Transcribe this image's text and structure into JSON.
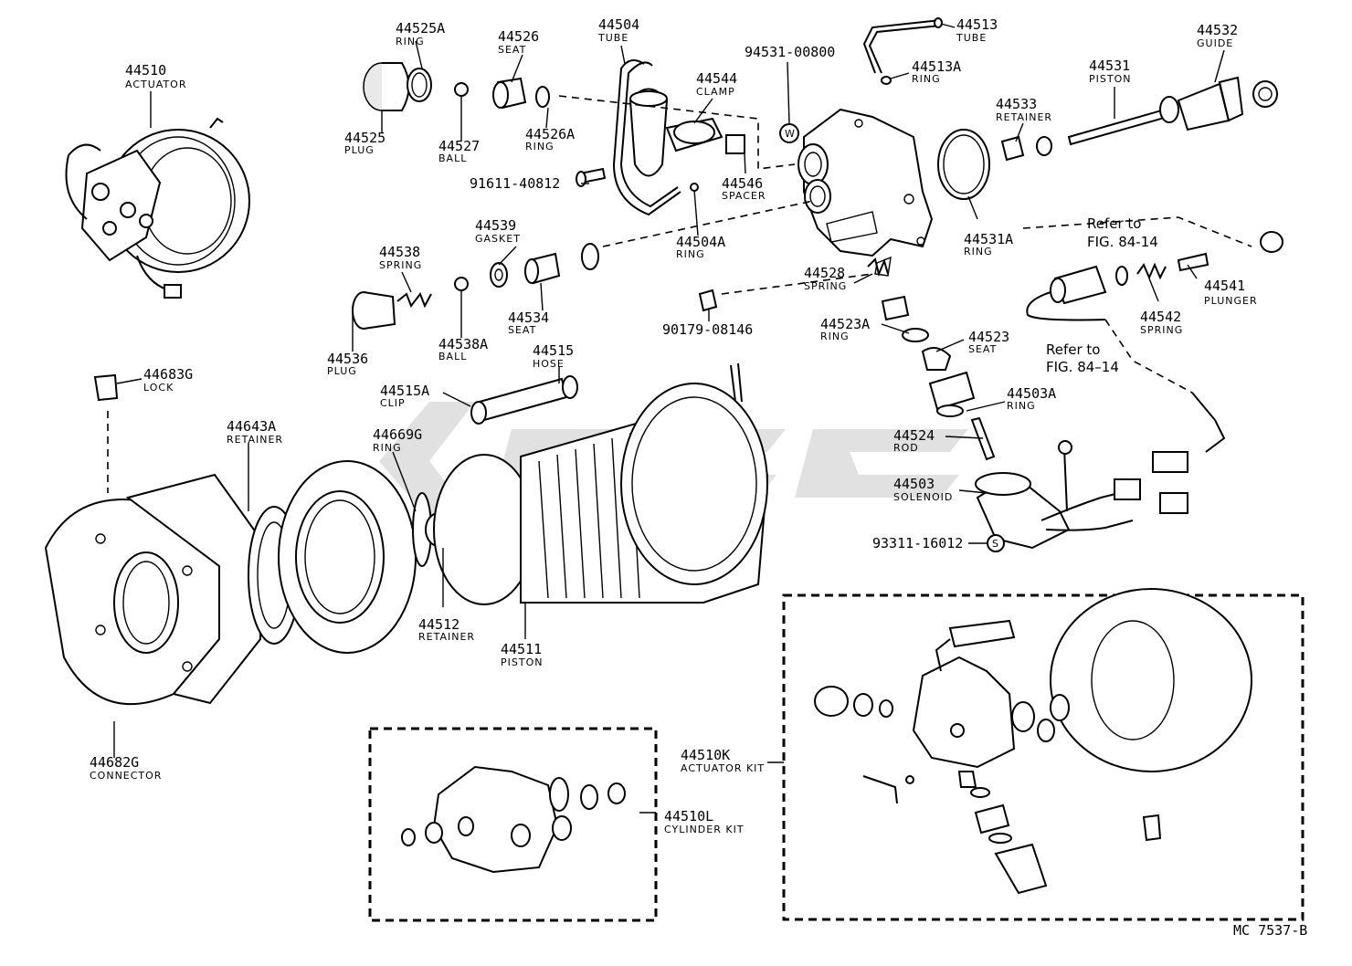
{
  "drawing_code": "MC 7537-B",
  "parts": [
    {
      "id": "actuator",
      "number": "44510",
      "name": "ACTUATOR"
    },
    {
      "id": "ring-44525a",
      "number": "44525A",
      "name": "RING"
    },
    {
      "id": "plug-44525",
      "number": "44525",
      "name": "PLUG"
    },
    {
      "id": "seat-44526",
      "number": "44526",
      "name": "SEAT"
    },
    {
      "id": "ring-44526a",
      "number": "44526A",
      "name": "RING"
    },
    {
      "id": "ball-44527",
      "number": "44527",
      "name": "BALL"
    },
    {
      "id": "tube-44504",
      "number": "44504",
      "name": "TUBE"
    },
    {
      "id": "clamp-44544",
      "number": "44544",
      "name": "CLAMP"
    },
    {
      "id": "spacer-44546",
      "number": "44546",
      "name": "SPACER"
    },
    {
      "id": "ring-44504a",
      "number": "44504A",
      "name": "RING"
    },
    {
      "id": "bolt-91611",
      "number": "91611-40812",
      "name": ""
    },
    {
      "id": "part-94531",
      "number": "94531-00800",
      "name": ""
    },
    {
      "id": "tube-44513",
      "number": "44513",
      "name": "TUBE"
    },
    {
      "id": "ring-44513a",
      "number": "44513A",
      "name": "RING"
    },
    {
      "id": "guide-44532",
      "number": "44532",
      "name": "GUIDE"
    },
    {
      "id": "piston-44531",
      "number": "44531",
      "name": "PISTON"
    },
    {
      "id": "retainer-44533",
      "number": "44533",
      "name": "RETAINER"
    },
    {
      "id": "ring-44531a",
      "number": "44531A",
      "name": "RING"
    },
    {
      "id": "gasket-44539",
      "number": "44539",
      "name": "GASKET"
    },
    {
      "id": "spring-44538",
      "number": "44538",
      "name": "SPRING"
    },
    {
      "id": "plug-44536",
      "number": "44536",
      "name": "PLUG"
    },
    {
      "id": "ball-44538a",
      "number": "44538A",
      "name": "BALL"
    },
    {
      "id": "seat-44534",
      "number": "44534",
      "name": "SEAT"
    },
    {
      "id": "spring-44528",
      "number": "44528",
      "name": "SPRING"
    },
    {
      "id": "nut-90179",
      "number": "90179-08146",
      "name": ""
    },
    {
      "id": "ring-44523a",
      "number": "44523A",
      "name": "RING"
    },
    {
      "id": "seat-44523",
      "number": "44523",
      "name": "SEAT"
    },
    {
      "id": "ring-44503a",
      "number": "44503A",
      "name": "RING"
    },
    {
      "id": "rod-44524",
      "number": "44524",
      "name": "ROD"
    },
    {
      "id": "solenoid-44503",
      "number": "44503",
      "name": "SOLENOID"
    },
    {
      "id": "part-93311",
      "number": "93311-16012",
      "name": ""
    },
    {
      "id": "plunger-44541",
      "number": "44541",
      "name": "PLUNGER"
    },
    {
      "id": "spring-44542",
      "number": "44542",
      "name": "SPRING"
    },
    {
      "id": "lock-44683g",
      "number": "44683G",
      "name": "LOCK"
    },
    {
      "id": "retainer-44643a",
      "number": "44643A",
      "name": "RETAINER"
    },
    {
      "id": "hose-44515",
      "number": "44515",
      "name": "HOSE"
    },
    {
      "id": "clip-44515a",
      "number": "44515A",
      "name": "CLIP"
    },
    {
      "id": "ring-44669g",
      "number": "44669G",
      "name": "RING"
    },
    {
      "id": "retainer-44512",
      "number": "44512",
      "name": "RETAINER"
    },
    {
      "id": "piston-44511",
      "number": "44511",
      "name": "PISTON"
    },
    {
      "id": "connector-44682g",
      "number": "44682G",
      "name": "CONNECTOR"
    },
    {
      "id": "kit-44510k",
      "number": "44510K",
      "name": "ACTUATOR KIT"
    },
    {
      "id": "kit-44510l",
      "number": "44510L",
      "name": "CYLINDER KIT"
    }
  ],
  "references": [
    {
      "line1": "Refer to",
      "line2": "FIG. 84-14"
    },
    {
      "line1": "Refer to",
      "line2": "FIG. 84–14"
    }
  ],
  "markers": {
    "w": "W",
    "s": "S"
  }
}
